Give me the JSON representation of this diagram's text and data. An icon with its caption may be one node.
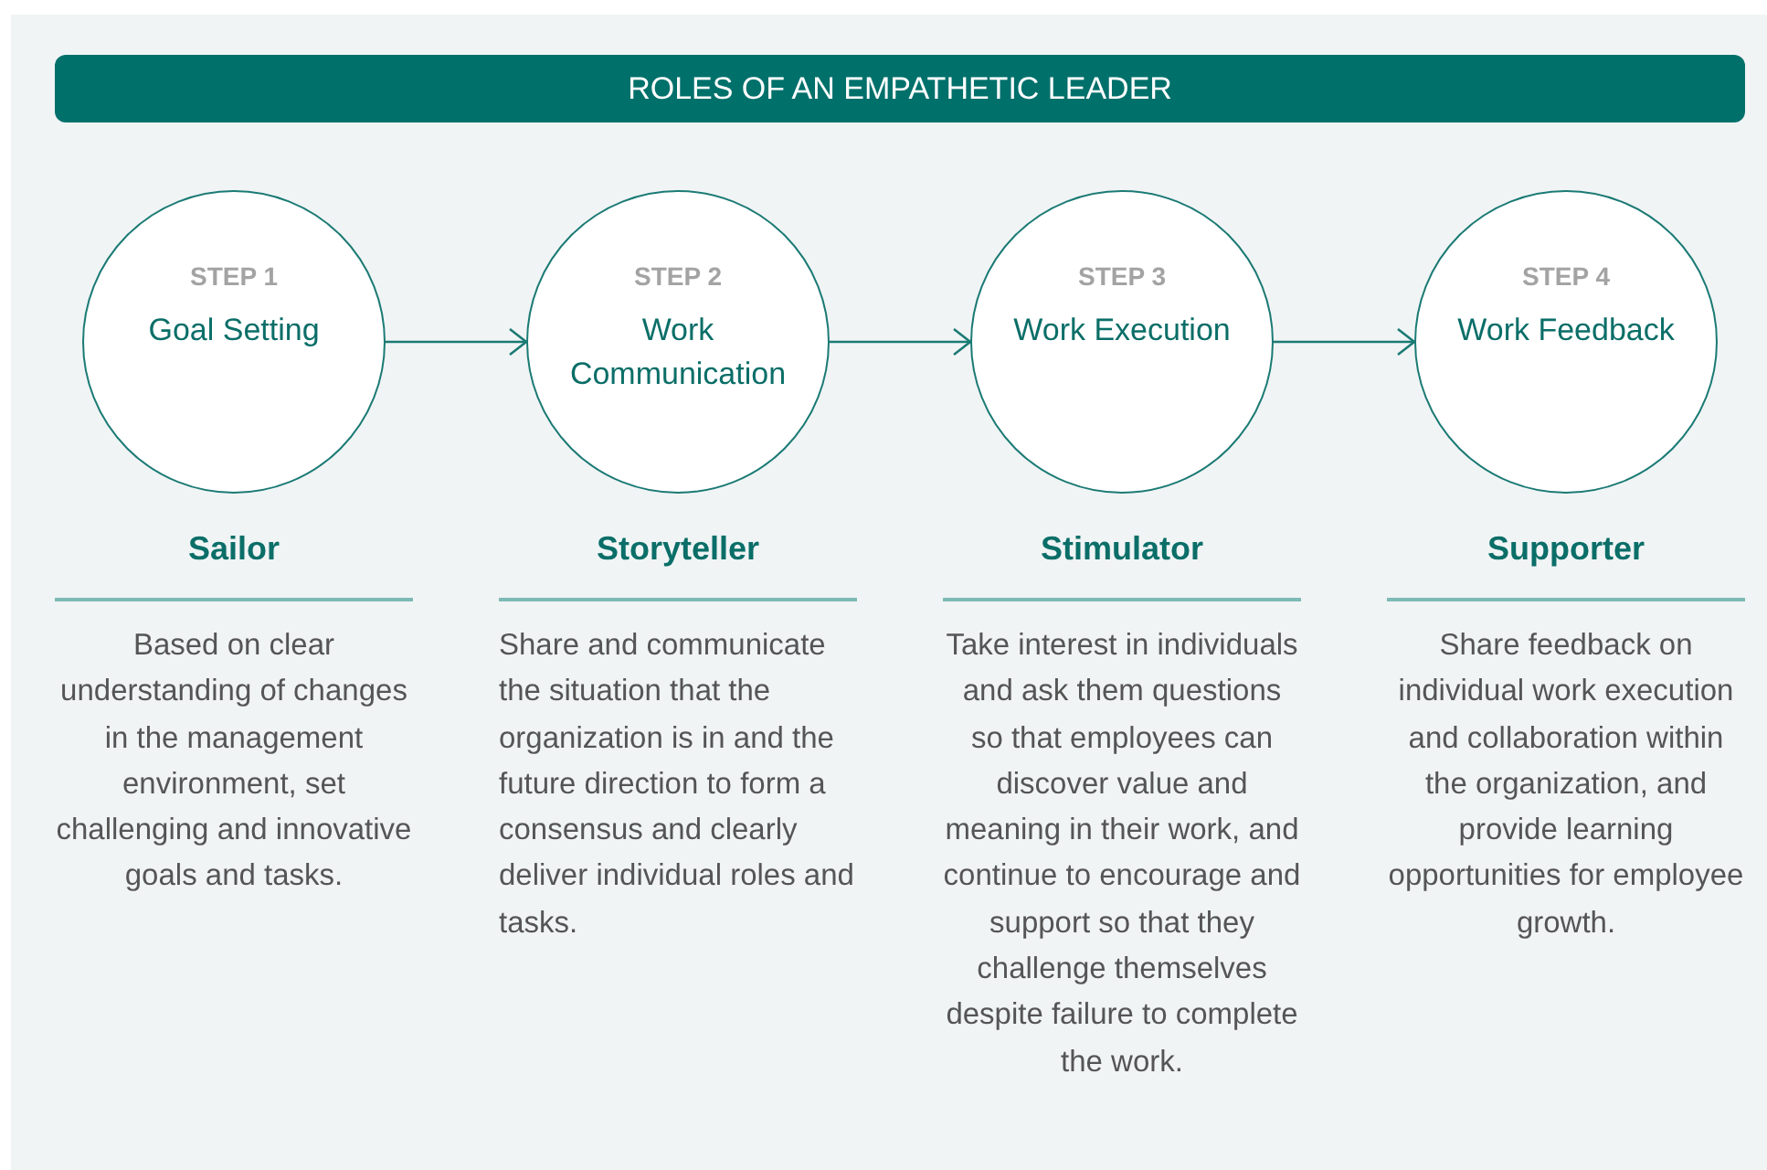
{
  "diagram": {
    "title": "ROLES OF AN EMPATHETIC LEADER",
    "nodes": [
      {
        "text": [
          "STEP 1",
          "Goal Setting"
        ],
        "beside": [
          "Sailor",
          "Based on clear understanding of changes in the management environment, set challenging and innovative goals and tasks."
        ]
      },
      {
        "text": [
          "STEP 2",
          "Work Communication"
        ],
        "beside": [
          "Storyteller",
          "Share and communicate the situation that the organization is in and the future direction to form a consensus and clearly deliver individual roles and tasks."
        ]
      },
      {
        "text": [
          "STEP 3",
          "Work Execution"
        ],
        "beside": [
          "Stimulator",
          "Take interest in individuals and ask them questions so that employees can discover value and meaning in their work, and continue to encourage and support so that they challenge themselves despite failure to complete the work."
        ]
      },
      {
        "text": [
          "STEP 4",
          "Work Feedback"
        ],
        "beside": [
          "Supporter",
          "Share feedback on individual work execution and collaboration within the organization, and provide learning opportunities for employee growth."
        ]
      }
    ],
    "edges": [
      {
        "from": 0,
        "to": 1,
        "arrow": "to"
      },
      {
        "from": 1,
        "to": 2,
        "arrow": "to"
      },
      {
        "from": 2,
        "to": 3,
        "arrow": "to"
      }
    ]
  }
}
